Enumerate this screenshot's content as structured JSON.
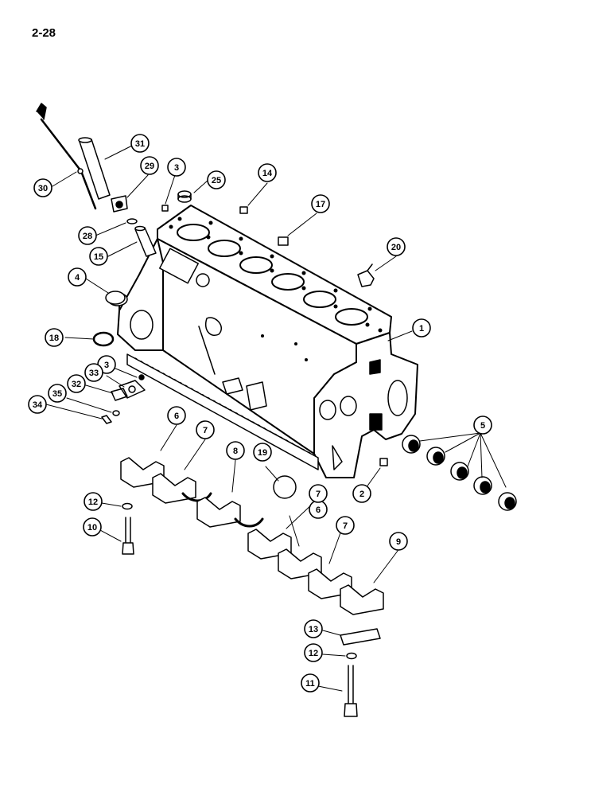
{
  "page": {
    "number": "2-28"
  },
  "colors": {
    "ink": "#000000",
    "paper": "#ffffff"
  },
  "callouts": [
    {
      "id": "c1",
      "label": "1"
    },
    {
      "id": "c2",
      "label": "2"
    },
    {
      "id": "c3a",
      "label": "3"
    },
    {
      "id": "c3b",
      "label": "3"
    },
    {
      "id": "c4",
      "label": "4"
    },
    {
      "id": "c5",
      "label": "5"
    },
    {
      "id": "c6a",
      "label": "6"
    },
    {
      "id": "c6b",
      "label": "6"
    },
    {
      "id": "c7a",
      "label": "7"
    },
    {
      "id": "c7b",
      "label": "7"
    },
    {
      "id": "c7c",
      "label": "7"
    },
    {
      "id": "c8",
      "label": "8"
    },
    {
      "id": "c9",
      "label": "9"
    },
    {
      "id": "c10",
      "label": "10"
    },
    {
      "id": "c11",
      "label": "11"
    },
    {
      "id": "c12a",
      "label": "12"
    },
    {
      "id": "c12b",
      "label": "12"
    },
    {
      "id": "c13",
      "label": "13"
    },
    {
      "id": "c14",
      "label": "14"
    },
    {
      "id": "c15",
      "label": "15"
    },
    {
      "id": "c17",
      "label": "17"
    },
    {
      "id": "c18",
      "label": "18"
    },
    {
      "id": "c19",
      "label": "19"
    },
    {
      "id": "c20",
      "label": "20"
    },
    {
      "id": "c25",
      "label": "25"
    },
    {
      "id": "c28",
      "label": "28"
    },
    {
      "id": "c29",
      "label": "29"
    },
    {
      "id": "c30",
      "label": "30"
    },
    {
      "id": "c31",
      "label": "31"
    },
    {
      "id": "c32",
      "label": "32"
    },
    {
      "id": "c33",
      "label": "33"
    },
    {
      "id": "c34",
      "label": "34"
    },
    {
      "id": "c35",
      "label": "35"
    }
  ]
}
